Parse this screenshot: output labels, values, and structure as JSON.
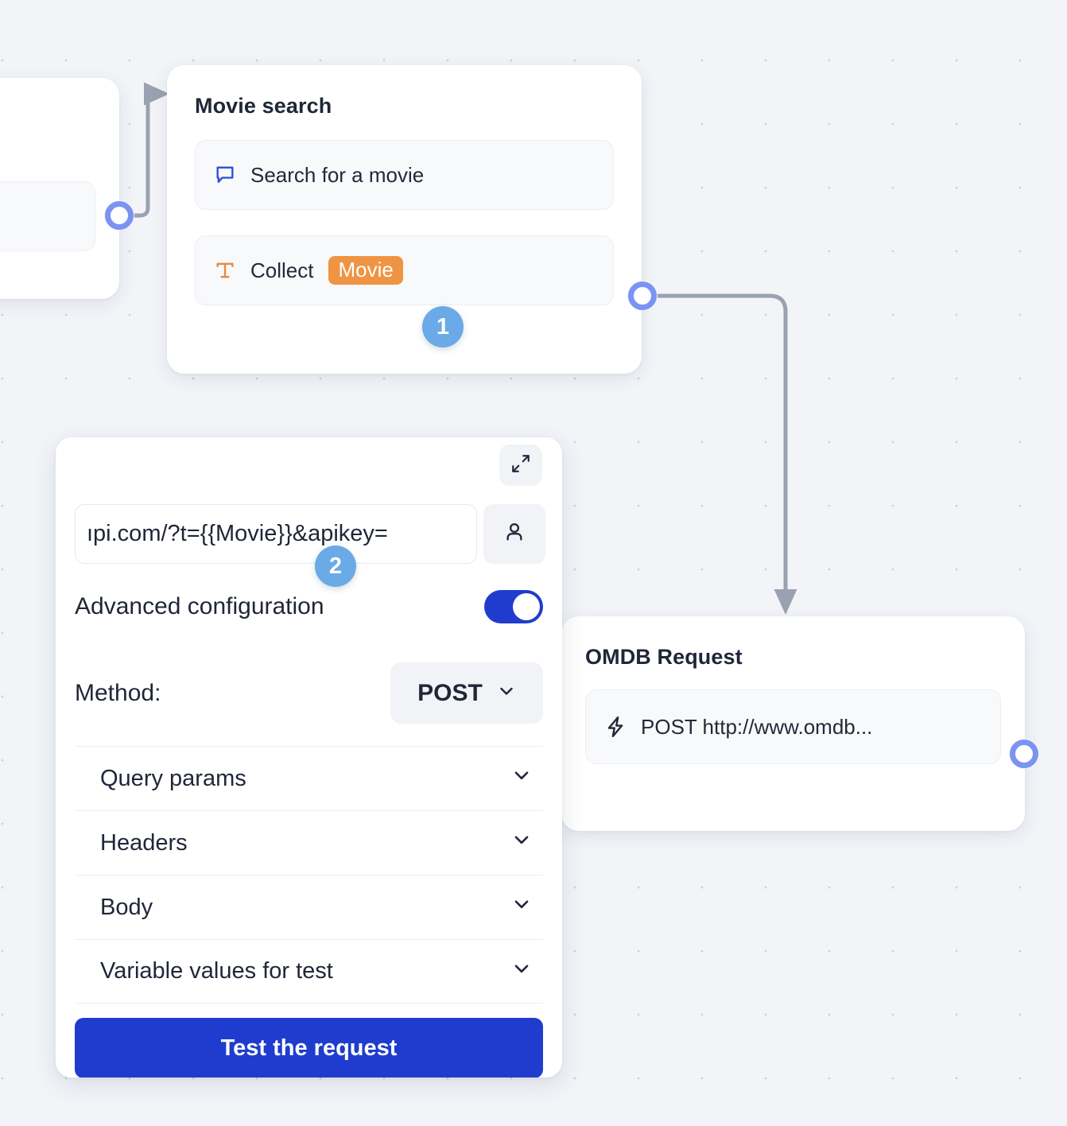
{
  "canvas": {
    "background_color": "#f2f4f8",
    "grid_dot_color": "#c9d0de",
    "accent_blue": "#1f3ccf",
    "port_color": "#7b93f2",
    "step_badge_color": "#6aaae6",
    "tag_color": "#ef9442"
  },
  "nodes": {
    "movie_search": {
      "title": "Movie search",
      "rows": [
        {
          "icon": "speech-bubble-icon",
          "label": "Search for a movie"
        },
        {
          "icon": "text-input-icon",
          "label": "Collect",
          "tag": "Movie"
        }
      ]
    },
    "omdb_request": {
      "title": "OMDB Request",
      "rows": [
        {
          "icon": "lightning-bolt-icon",
          "label": "POST http://www.omdb..."
        }
      ]
    }
  },
  "step_badges": [
    {
      "number": "1"
    },
    {
      "number": "2"
    }
  ],
  "config_panel": {
    "expand_icon": "expand-arrows-icon",
    "url_value": "ıpi.com/?t={{Movie}}&apikey=",
    "user_icon": "person-icon",
    "advanced_label": "Advanced configuration",
    "advanced_enabled": "on",
    "method_label": "Method:",
    "method_value": "POST",
    "method_caret": "chevron-down-icon",
    "sections": [
      {
        "label": "Query params",
        "caret": "chevron-down-icon"
      },
      {
        "label": "Headers",
        "caret": "chevron-down-icon"
      },
      {
        "label": "Body",
        "caret": "chevron-down-icon"
      },
      {
        "label": "Variable values for test",
        "caret": "chevron-down-icon"
      }
    ],
    "test_button_label": "Test the request"
  }
}
